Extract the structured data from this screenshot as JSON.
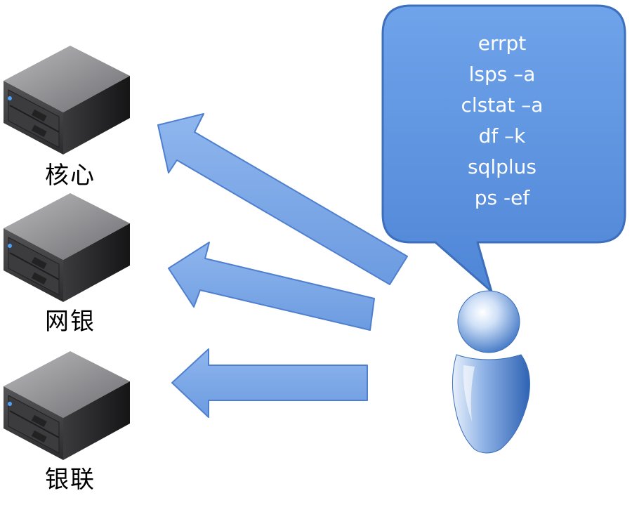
{
  "servers": [
    {
      "label": "核心"
    },
    {
      "label": "网银"
    },
    {
      "label": "银联"
    }
  ],
  "bubble": {
    "commands": [
      "errpt",
      "lsps –a",
      "clstat –a",
      "df –k",
      "sqlplus",
      "ps -ef"
    ]
  },
  "colors": {
    "arrow_fill": "#7aa6e8",
    "arrow_stroke": "#4f7fcf",
    "bubble_fill": "#5b93e0",
    "bubble_stroke": "#3d6fbd",
    "person_blue": "#5f93d6"
  }
}
